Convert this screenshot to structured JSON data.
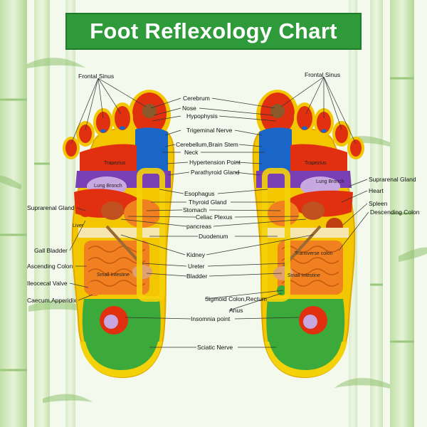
{
  "title": "Foot Reflexology Chart",
  "colors": {
    "title_bg": "#2e9a3a",
    "title_text": "#ffffff",
    "background": "#eef6e4",
    "bamboo": "#8cc06a",
    "foot_outline": "#f2c600",
    "toe_red": "#e03010",
    "head_blue": "#1a66c8",
    "purple": "#7a3fb5",
    "intestine_orange": "#f08020",
    "heel_yellow": "#f4d20a",
    "heel_green": "#3caa3a",
    "lines": "#333333"
  },
  "center_labels": [
    "Cerebrum",
    "Nose",
    "Hypophysis",
    "Trigeminal Nerve",
    "Cerebellum,Brain Stem",
    "Neck",
    "Hypertension Point",
    "Parathyroid Gland",
    "Esophagus",
    "Thyroid Gland",
    "Stomach",
    "Celiac Plexus",
    "pancreas",
    "Duodenum",
    "Kidney",
    "Ureter",
    "Bladder",
    "Sigmoid Colon,Rectum",
    "Anus",
    "Insomnia  point",
    "Sciatic  Nerve"
  ],
  "left_labels": {
    "frontal_sinus": "Frontal Sinus",
    "suprarenal_gland": "Suprarenal Gland",
    "gall_bladder": "Gall Bladder",
    "ascending_colon": "Ascending Colon",
    "ileocecal_valve": "Ileocecal Valve",
    "caecum": "Caecum,Apperidix"
  },
  "right_labels": {
    "frontal_sinus": "Frontal Sinus",
    "suprarenal_gland": "Suprarenal Gland",
    "heart": "Heart",
    "spleen": "Spleen",
    "descending_colon": "Descending Colon"
  },
  "on_foot_labels": {
    "left_trapezius": "Trapezius",
    "left_lung": "Lung Bronch",
    "left_liver": "Liver",
    "left_small_intestine": "Small Intestine",
    "right_trapezius": "Trapezius",
    "right_lung": "Lung Bronch",
    "right_transverse_colon": "Transverse colon",
    "right_small_intestine": "Small Intestine"
  }
}
